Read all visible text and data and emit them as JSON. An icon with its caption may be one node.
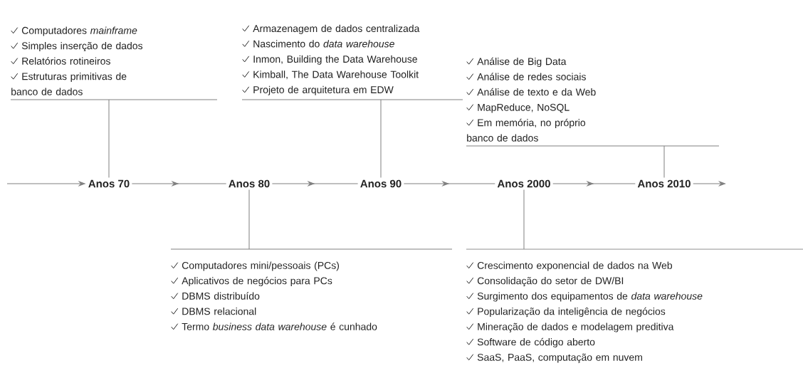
{
  "diagram": {
    "nodes": [
      {
        "text": [
          "Anos 70"
        ]
      },
      {
        "text": [
          "Anos 80"
        ]
      },
      {
        "text": [
          "Anos 90"
        ]
      },
      {
        "text": [
          "Anos 2000"
        ]
      },
      {
        "text": [
          "Anos 2010"
        ]
      },
      {
        "text": [
          "Computadores *mainframe*",
          "Simples inserção de dados",
          "Relatórios rotineiros",
          "Estruturas primitivas de banco de dados"
        ]
      },
      {
        "text": [
          "Computadores mini/pessoais (PCs)",
          "Aplicativos de negócios para PCs",
          "DBMS distribuído",
          "DBMS relacional",
          "Termo *business data warehouse* é cunhado"
        ]
      },
      {
        "text": [
          "Armazenagem de dados centralizada",
          "Nascimento do *data warehouse*",
          "Inmon, Building the Data Warehouse",
          "Kimball, The Data Warehouse Toolkit",
          "Projeto de arquitetura em EDW"
        ]
      },
      {
        "text": [
          "Crescimento exponencial de dados na Web",
          "Consolidação do setor de DW/BI",
          "Surgimento dos equipamentos de *data warehouse*",
          "Popularização da inteligência de negócios",
          "Mineração de dados e modelagem preditiva",
          "Software de código aberto",
          "SaaS, PaaS, computação em nuvem"
        ]
      },
      {
        "text": [
          "Análise de Big Data",
          "Análise de redes sociais",
          "Análise de texto e da Web",
          "MapReduce, NoSQL",
          "Em memória, no próprio banco de dados"
        ]
      }
    ],
    "edges": [
      {
        "from": null,
        "to": 0,
        "arrow": "to"
      },
      {
        "from": 0,
        "to": 1,
        "arrow": "to"
      },
      {
        "from": 1,
        "to": 2,
        "arrow": "to"
      },
      {
        "from": 2,
        "to": 3,
        "arrow": "to"
      },
      {
        "from": 3,
        "to": 4,
        "arrow": "to"
      },
      {
        "from": 4,
        "to": null,
        "arrow": "to"
      },
      {
        "from": 5,
        "to": 0,
        "arrow": "none"
      },
      {
        "from": 6,
        "to": 1,
        "arrow": "none"
      },
      {
        "from": 7,
        "to": 2,
        "arrow": "none"
      },
      {
        "from": 8,
        "to": 3,
        "arrow": "none"
      },
      {
        "from": 9,
        "to": 4,
        "arrow": "none"
      }
    ]
  }
}
